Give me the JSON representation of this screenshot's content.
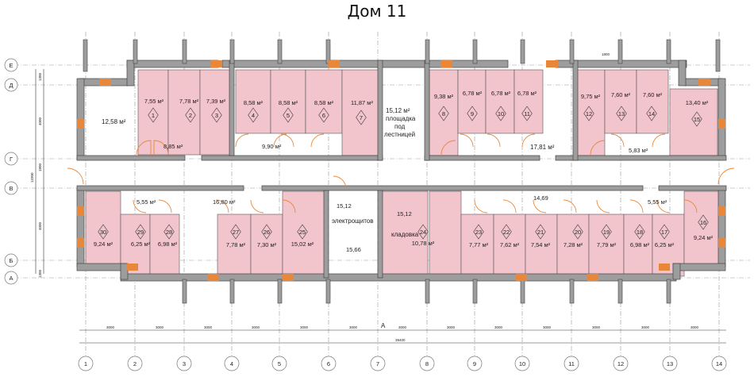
{
  "title": "Дом 11",
  "axes_horizontal": [
    "1",
    "2",
    "3",
    "4",
    "5",
    "6",
    "7",
    "8",
    "9",
    "10",
    "11",
    "12",
    "13",
    "14"
  ],
  "axes_vertical": [
    "Е",
    "Д",
    "Г",
    "В",
    "Б",
    "А"
  ],
  "dim_small": [
    "3000",
    "3000",
    "3000",
    "3000",
    "3000",
    "3000",
    "3000",
    "3000",
    "3000",
    "3000",
    "3000",
    "3000",
    "3000"
  ],
  "dim_total": "39400",
  "dim_left": [
    "1300",
    "4000",
    "13300",
    "4000",
    "1300"
  ],
  "dim_left_small": "1800",
  "dim_left_mid": "1200",
  "dim_top_small": "1800",
  "mid_a": "А",
  "upper_units": [
    {
      "n": "1",
      "area": "7,55 м²"
    },
    {
      "n": "2",
      "area": "7,78 м²"
    },
    {
      "n": "3",
      "area": "7,39 м²"
    },
    {
      "n": "4",
      "area": "8,58 м²"
    },
    {
      "n": "5",
      "area": "8,58 м²"
    },
    {
      "n": "6",
      "area": "8,58 м²"
    },
    {
      "n": "7",
      "area": "11,87 м²"
    },
    {
      "n": "8",
      "area": "9,38 м²"
    },
    {
      "n": "9",
      "area": "6,78 м²"
    },
    {
      "n": "10",
      "area": "6,78 м²"
    },
    {
      "n": "11",
      "area": "6,78 м²"
    },
    {
      "n": "12",
      "area": "9,75 м²"
    },
    {
      "n": "13",
      "area": "7,60 м²"
    },
    {
      "n": "14",
      "area": "7,60 м²"
    },
    {
      "n": "15",
      "area": "13,40 м²"
    }
  ],
  "lower_units": [
    {
      "n": "30",
      "area": "9,24 м²"
    },
    {
      "n": "29",
      "area": "6,25 м²"
    },
    {
      "n": "28",
      "area": "6,98 м²"
    },
    {
      "n": "27",
      "area": "7,78 м²"
    },
    {
      "n": "26",
      "area": "7,30 м²"
    },
    {
      "n": "25",
      "area": "15,02 м²"
    },
    {
      "n": "24",
      "area": "10,78 м²"
    },
    {
      "n": "23",
      "area": "7,77 м²"
    },
    {
      "n": "22",
      "area": "7,62 м²"
    },
    {
      "n": "21",
      "area": "7,54 м²"
    },
    {
      "n": "20",
      "area": "7,28 м²"
    },
    {
      "n": "19",
      "area": "7,79 м²"
    },
    {
      "n": "18",
      "area": "6,98 м²"
    },
    {
      "n": "17",
      "area": "6,25 м²"
    },
    {
      "n": "16",
      "area": "9,24 м²"
    }
  ],
  "labels": {
    "hall_left": "12,58 м²",
    "lobby_1": "8,85 м²",
    "lobby_2": "9,90 м²",
    "stairs_area": "15,12 м²",
    "stairs_1": "площадка",
    "stairs_2": "под",
    "stairs_3": "лестницей",
    "lobby_3": "17,81 м²",
    "lobby_4": "5,83 м²",
    "lobby_5": "5,55 м²",
    "lobby_6": "16,80 м²",
    "elec_area_top": "15,12",
    "elec": "электрощитов",
    "elec_area": "15,66",
    "storage": "кладовка",
    "corr_r": "14,69",
    "lobby_7": "5,55 м²"
  }
}
